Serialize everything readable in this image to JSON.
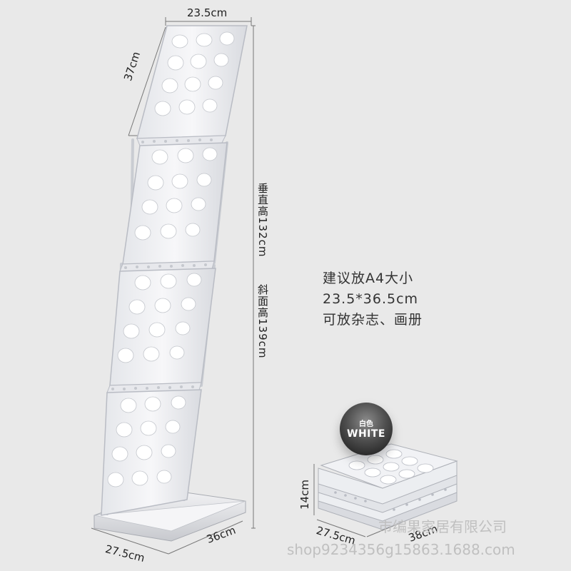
{
  "dimensions": {
    "top_width": "23.5cm",
    "top_slope": "37cm",
    "vertical_height": "垂直高132cm",
    "slope_height": "斜面高139cm",
    "base_front": "27.5cm",
    "base_side": "36cm",
    "folded_height": "14cm",
    "folded_front": "27.5cm",
    "folded_side": "38cm"
  },
  "info": {
    "line1": "建议放A4大小",
    "line2": "23.5*36.5cm",
    "line3": "可放杂志、画册"
  },
  "badge": {
    "cn": "白色",
    "en": "WHITE"
  },
  "watermark": {
    "company": "市编果家居有限公司",
    "shop": "shop9234356g15863.1688.com"
  },
  "colors": {
    "background": "#e9e9e9",
    "rack": "#f4f4f6",
    "rack_edge": "#b9bcc4",
    "hole": "#ffffff"
  }
}
